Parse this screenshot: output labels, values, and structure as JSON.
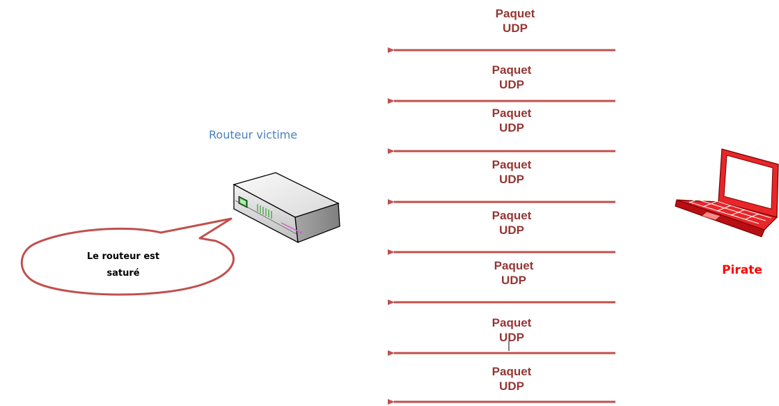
{
  "router": {
    "title": "Routeur victime",
    "bubble_line1": "Le routeur est",
    "bubble_line2": "saturé",
    "icon": "router-icon"
  },
  "pirate": {
    "title": "Pirate",
    "icon": "laptop-icon"
  },
  "packets": [
    {
      "line1": "Paquet",
      "line2": "UDP"
    },
    {
      "line1": "Paquet",
      "line2": "UDP"
    },
    {
      "line1": "Paquet",
      "line2": "UDP"
    },
    {
      "line1": "Paquet",
      "line2": "UDP"
    },
    {
      "line1": "Paquet",
      "line2": "UDP"
    },
    {
      "line1": "Paquet",
      "line2": "UDP"
    },
    {
      "line1": "Paquet",
      "line2": "UDP"
    },
    {
      "line1": "Paquet",
      "line2": "UDP"
    }
  ],
  "colors": {
    "arrow": "#c0504d",
    "packet_text": "#943634",
    "router_title": "#4a7ebb",
    "pirate_title": "#ff0000",
    "laptop": "#e8262a",
    "bubble_border": "#c0504d"
  }
}
